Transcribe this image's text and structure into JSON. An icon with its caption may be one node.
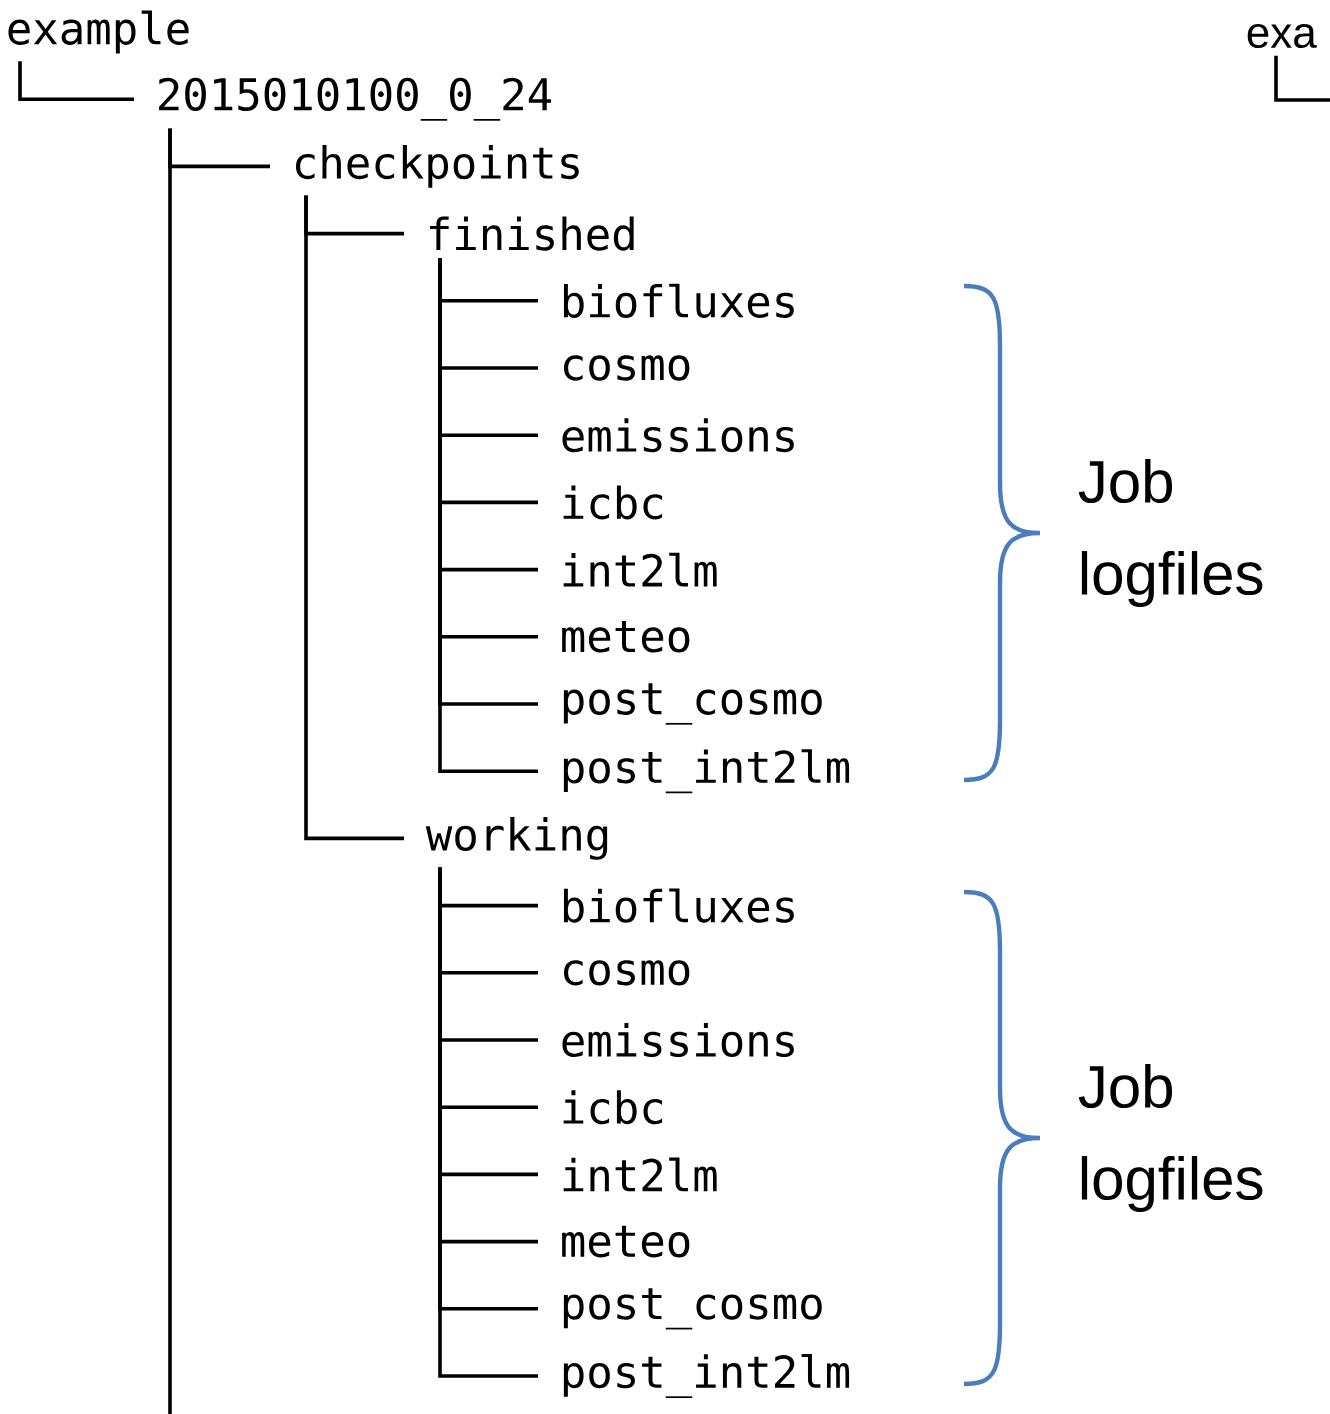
{
  "diagram": {
    "nodes": [
      {
        "text": [
          "example"
        ]
      },
      {
        "text": [
          "2015010100_0_24"
        ]
      },
      {
        "text": [
          "checkpoints"
        ]
      },
      {
        "text": [
          "finished"
        ]
      },
      {
        "text": [
          "biofluxes"
        ]
      },
      {
        "text": [
          "cosmo"
        ]
      },
      {
        "text": [
          "emissions"
        ]
      },
      {
        "text": [
          "icbc"
        ]
      },
      {
        "text": [
          "int2lm"
        ]
      },
      {
        "text": [
          "meteo"
        ]
      },
      {
        "text": [
          "post_cosmo"
        ]
      },
      {
        "text": [
          "post_int2lm"
        ]
      },
      {
        "text": [
          "working"
        ]
      },
      {
        "text": [
          "biofluxes"
        ]
      },
      {
        "text": [
          "cosmo"
        ]
      },
      {
        "text": [
          "emissions"
        ]
      },
      {
        "text": [
          "icbc"
        ]
      },
      {
        "text": [
          "int2lm"
        ]
      },
      {
        "text": [
          "meteo"
        ]
      },
      {
        "text": [
          "post_cosmo"
        ]
      },
      {
        "text": [
          "post_int2lm"
        ]
      },
      {
        "text": [
          "exa"
        ]
      }
    ],
    "edges": [
      {
        "from": 0,
        "to": 1,
        "arrow": "none"
      },
      {
        "from": 1,
        "to": 2,
        "arrow": "none"
      },
      {
        "from": 2,
        "to": 3,
        "arrow": "none"
      },
      {
        "from": 3,
        "to": 4,
        "arrow": "none"
      },
      {
        "from": 3,
        "to": 5,
        "arrow": "none"
      },
      {
        "from": 3,
        "to": 6,
        "arrow": "none"
      },
      {
        "from": 3,
        "to": 7,
        "arrow": "none"
      },
      {
        "from": 3,
        "to": 8,
        "arrow": "none"
      },
      {
        "from": 3,
        "to": 9,
        "arrow": "none"
      },
      {
        "from": 3,
        "to": 10,
        "arrow": "none"
      },
      {
        "from": 3,
        "to": 11,
        "arrow": "none"
      },
      {
        "from": 2,
        "to": 12,
        "arrow": "none"
      },
      {
        "from": 12,
        "to": 13,
        "arrow": "none"
      },
      {
        "from": 12,
        "to": 14,
        "arrow": "none"
      },
      {
        "from": 12,
        "to": 15,
        "arrow": "none"
      },
      {
        "from": 12,
        "to": 16,
        "arrow": "none"
      },
      {
        "from": 12,
        "to": 17,
        "arrow": "none"
      },
      {
        "from": 12,
        "to": 18,
        "arrow": "none"
      },
      {
        "from": 12,
        "to": 19,
        "arrow": "none"
      },
      {
        "from": 12,
        "to": 20,
        "arrow": "none"
      },
      {
        "from": 1,
        "to": null,
        "arrow": "none"
      },
      {
        "from": 21,
        "to": null,
        "arrow": "none"
      }
    ],
    "labels": [
      "Job logfiles",
      "Job logfiles"
    ]
  }
}
